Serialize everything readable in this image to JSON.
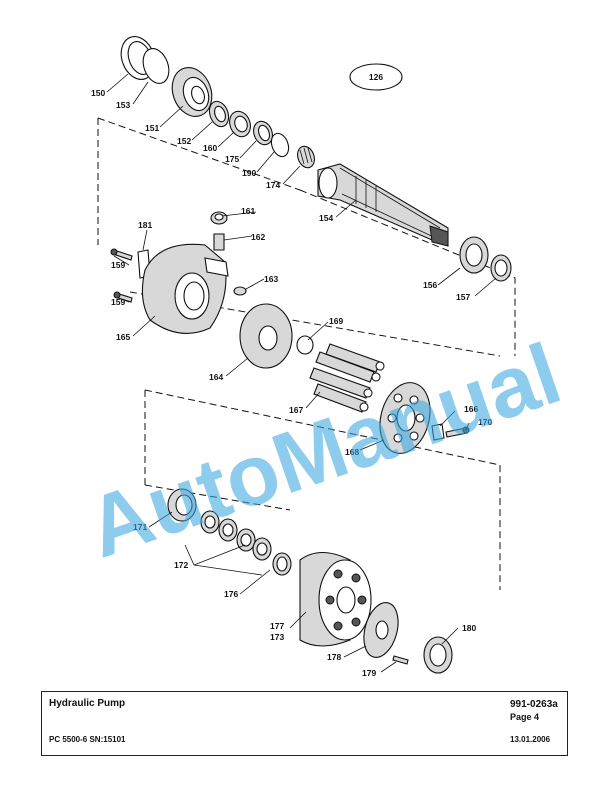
{
  "title_block": {
    "title": "Hydraulic Pump",
    "machine": "PC 5500-6 SN:15101",
    "drawing_no": "991-0263a",
    "page": "Page 4",
    "date": "13.01.2006"
  },
  "diagram": {
    "group_label": "126",
    "callouts": [
      "150",
      "153",
      "151",
      "152",
      "160",
      "175",
      "190",
      "174",
      "154",
      "161",
      "162",
      "163",
      "181",
      "159",
      "159",
      "165",
      "164",
      "169",
      "167",
      "166",
      "170",
      "168",
      "156",
      "157",
      "171",
      "172",
      "176",
      "177",
      "173",
      "178",
      "179",
      "180"
    ]
  },
  "watermark": "AutoManual"
}
